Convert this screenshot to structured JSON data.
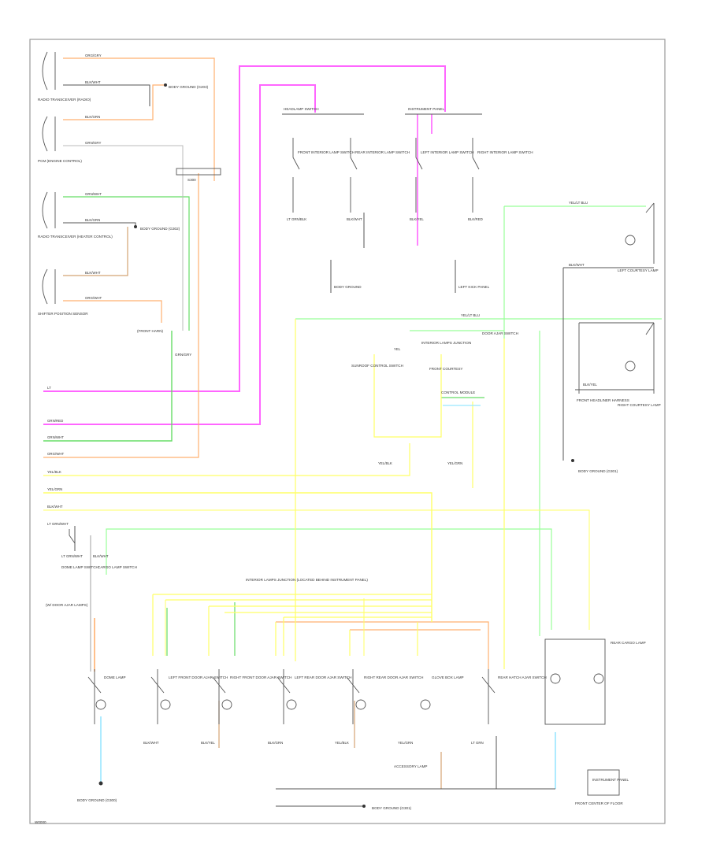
{
  "footer_code": "W0000",
  "colors": {
    "pink": "#ff66ff",
    "orange": "#ffb070",
    "yellow": "#ffff66",
    "light_green": "#99ff99",
    "green": "#66dd66",
    "tan": "#d4a373",
    "cyan": "#99e6ff",
    "grey": "#bbbbbb",
    "black": "#555555"
  },
  "left_inputs": [
    "LT",
    "GRN/RED",
    "GRN/WHT",
    "ORG/WHT",
    "YEL/BLK",
    "YEL/GRN",
    "BLK/WHT",
    "LT GRN/WHT"
  ],
  "upper_left": {
    "connectors": [
      "RADIO TRANSCEIVER (RADIO)",
      "PCM (ENGINE CONTROL)",
      "RADIO TRANSCEIVER (HEATER CONTROL)",
      "SHIFTER POSITION SENSOR"
    ],
    "wires": [
      "ORG/GRY",
      "BLK/WHT",
      "BLK/GRN",
      "GRN/GRY",
      "GRN/WHT",
      "BLK/GRN",
      "BLK/WHT",
      "ORG/WHT"
    ],
    "grounds": [
      "BODY GROUND (G203)",
      "BODY GROUND (G302)"
    ],
    "splice": "S300",
    "notes": [
      "(FRONT HARN)",
      "GRN/GRY"
    ]
  },
  "switches_top": {
    "groups": [
      "HEADLAMP SWITCH",
      "INSTRUMENT PANEL"
    ],
    "items": [
      "FRONT INTERIOR LAMP SWITCH",
      "REAR INTERIOR LAMP SWITCH",
      "LEFT INTERIOR LAMP SWITCH",
      "RIGHT INTERIOR LAMP SWITCH"
    ],
    "wires": [
      "LT GRN/BLK",
      "BLK/WHT",
      "BLK/YEL",
      "BLK/RED"
    ],
    "grounds": [
      "BODY GROUND",
      "LEFT KICK PANEL"
    ]
  },
  "right_lamps": {
    "items": [
      "LEFT COURTESY LAMP",
      "RIGHT COURTESY LAMP"
    ],
    "wires": [
      "YEL/LT BLU",
      "BLK/WHT",
      "BLK/YEL"
    ],
    "ground": "BODY GROUND (G301)",
    "notes": [
      "FRONT HEADLINER HARNESS"
    ]
  },
  "middle": {
    "labels": [
      "INTERIOR LAMPS JUNCTION",
      "SUNROOF CONTROL SWITCH",
      "FRONT COURTESY",
      "CONTROL MODULE",
      "DOOR AJAR SWITCH"
    ],
    "wires": [
      "YEL/LT BLU",
      "YEL",
      "YEL/BLK",
      "YEL/GRN"
    ]
  },
  "lower_left": {
    "items": [
      "DOME LAMP SWITCH",
      "CARGO LAMP SWITCH"
    ],
    "wires": [
      "LT GRN/WHT",
      "BLK/WHT"
    ],
    "note": "(W/ DOOR AJAR LAMPS)"
  },
  "bottom_row": {
    "header": "INTERIOR LAMPS JUNCTION (LOCATED BEHIND INSTRUMENT PANEL)",
    "items": [
      "DOME LAMP",
      "LEFT FRONT DOOR AJAR SWITCH",
      "RIGHT FRONT DOOR AJAR SWITCH",
      "LEFT REAR DOOR AJAR SWITCH",
      "RIGHT REAR DOOR AJAR SWITCH",
      "GLOVE BOX LAMP",
      "REAR HATCH AJAR SWITCH",
      "REAR CARGO LAMP"
    ],
    "wires": [
      "BLK/WHT",
      "BLK/YEL",
      "BLK/GRN",
      "YEL/BLK",
      "YEL/GRN",
      "LT GRN"
    ],
    "grounds": [
      "BODY GROUND (G300)",
      "BODY GROUND (G301)",
      "FRONT CENTER OF FLOOR"
    ],
    "notes": [
      "ACCESSORY LAMP",
      "INSTRUMENT PANEL"
    ]
  }
}
